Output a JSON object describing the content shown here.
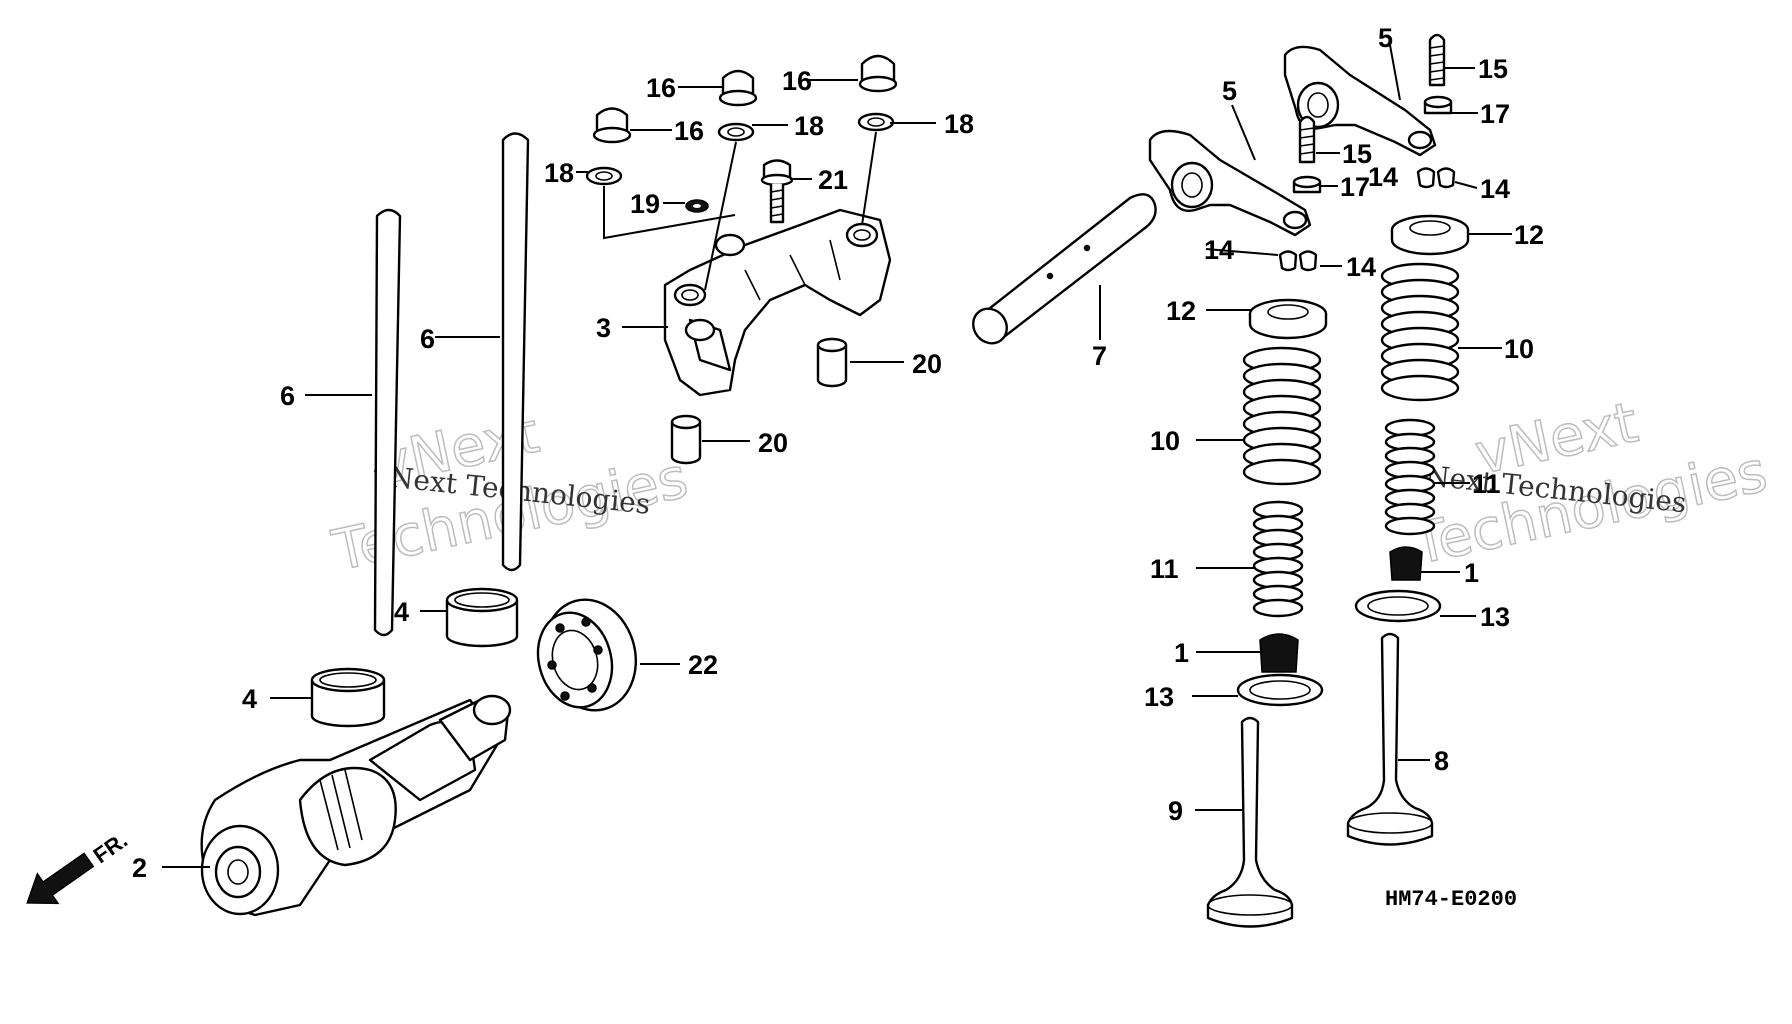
{
  "diagram": {
    "drawing_code": "HM74-E0200",
    "front_indicator": "FR.",
    "watermark": {
      "line1": "vNext",
      "line2": "Technologies",
      "caption": "vNext  Technologies"
    },
    "callouts": {
      "c1a": "1",
      "c1b": "1",
      "c2": "2",
      "c3": "3",
      "c4a": "4",
      "c4b": "4",
      "c5a": "5",
      "c5b": "5",
      "c6a": "6",
      "c6b": "6",
      "c7": "7",
      "c8": "8",
      "c9": "9",
      "c10a": "10",
      "c10b": "10",
      "c11a": "11",
      "c11b": "11",
      "c12a": "12",
      "c12b": "12",
      "c13a": "13",
      "c13b": "13",
      "c14a": "14",
      "c14b": "14",
      "c14c": "14",
      "c14d": "14",
      "c15a": "15",
      "c15b": "15",
      "c16a": "16",
      "c16b": "16",
      "c16c": "16",
      "c17a": "17",
      "c17b": "17",
      "c18a": "18",
      "c18b": "18",
      "c18c": "18",
      "c19": "19",
      "c20a": "20",
      "c20b": "20",
      "c21": "21",
      "c22": "22"
    }
  }
}
